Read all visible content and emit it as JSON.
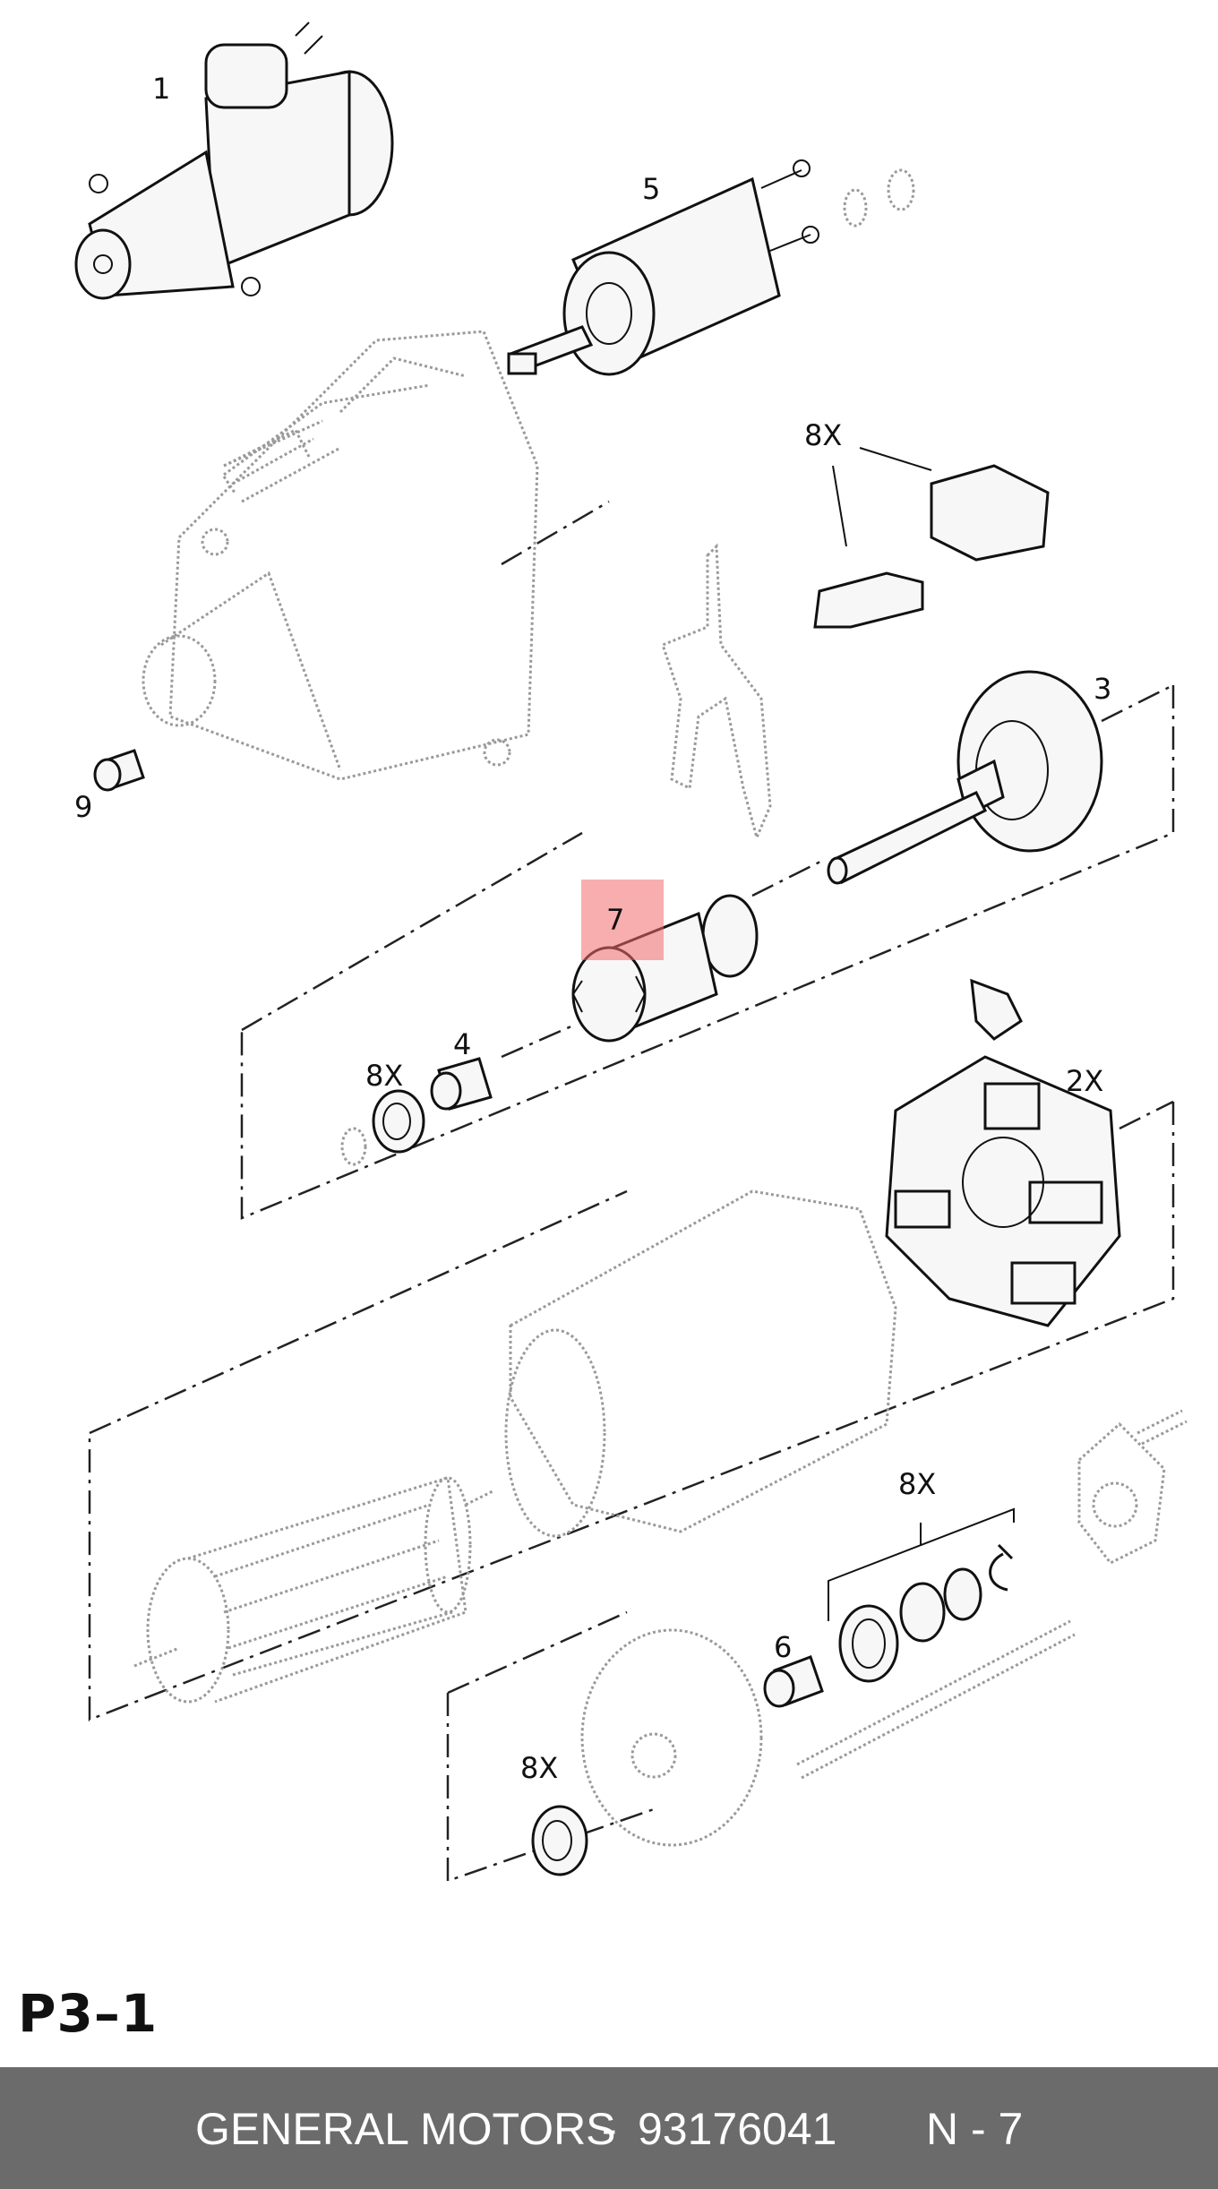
{
  "diagram": {
    "callouts": {
      "c1": "1",
      "c5": "5",
      "c8x_terminals": "8X",
      "c3": "3",
      "c9": "9",
      "c7": "7",
      "c4": "4",
      "c8x_bushing": "8X",
      "c2x": "2X",
      "c8x_rings": "8X",
      "c6": "6",
      "c8x_seal": "8X"
    },
    "highlight_color": "#f26b6b",
    "page_code": "P3–1"
  },
  "footer": {
    "brand": "GENERAL MOTORS",
    "separator": "-",
    "part_number": "93176041",
    "reference": "N - 7",
    "background": "#6b6b6b"
  }
}
